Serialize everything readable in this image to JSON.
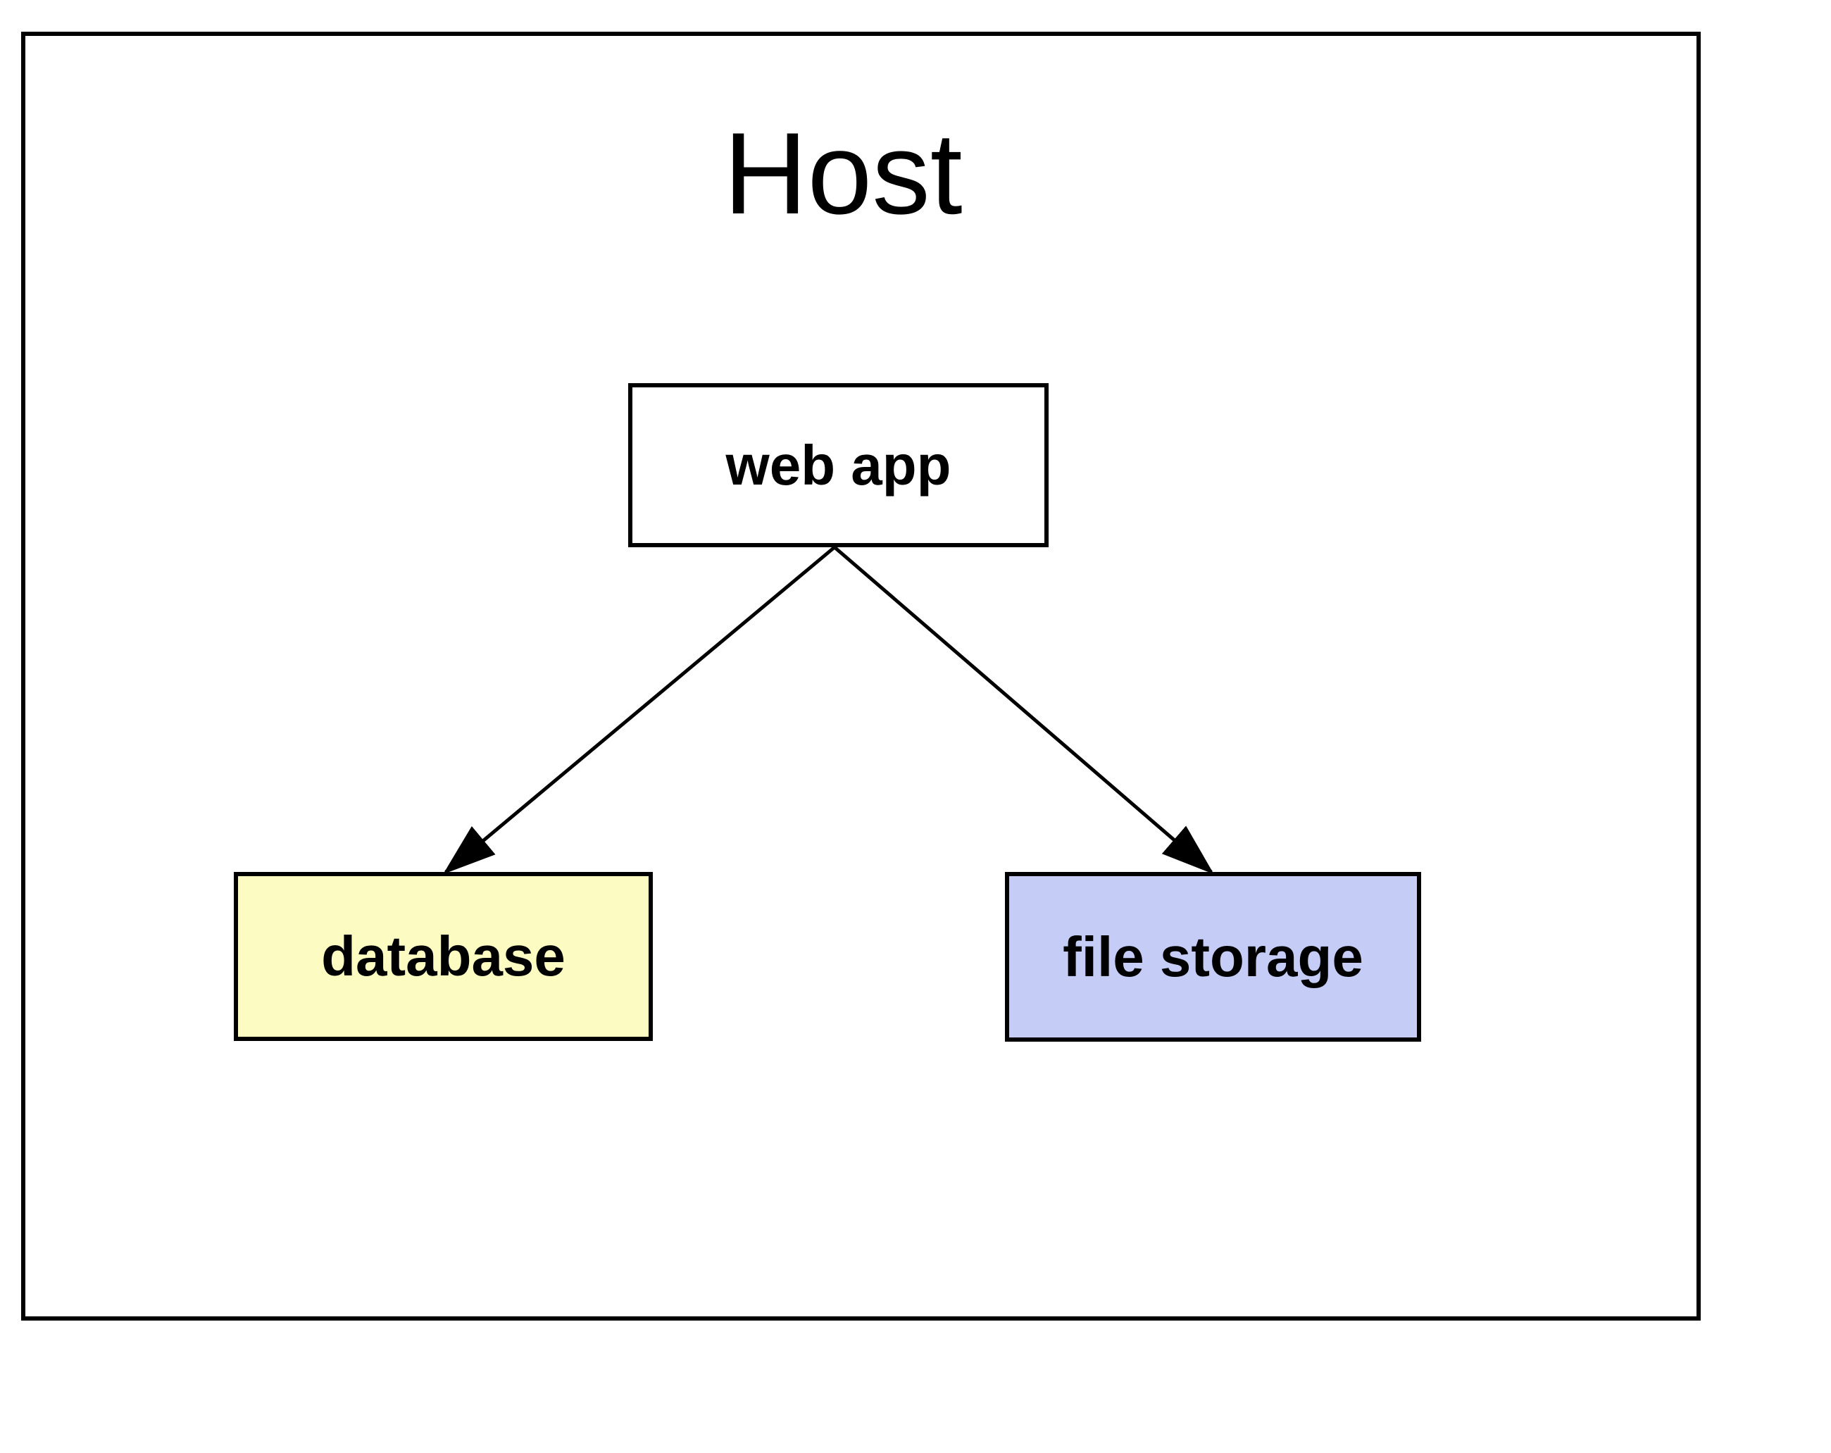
{
  "diagram": {
    "title": "Host",
    "nodes": [
      {
        "id": "web-app",
        "label": "web app",
        "fill": "#ffffff"
      },
      {
        "id": "database",
        "label": "database",
        "fill": "#fcfcc2"
      },
      {
        "id": "file-storage",
        "label": "file storage",
        "fill": "#c5ccf5"
      }
    ],
    "edges": [
      {
        "from": "web app",
        "to": "database"
      },
      {
        "from": "web app",
        "to": "file storage"
      }
    ],
    "colors": {
      "border": "#000000",
      "arrow": "#000000",
      "background": "#ffffff"
    }
  }
}
